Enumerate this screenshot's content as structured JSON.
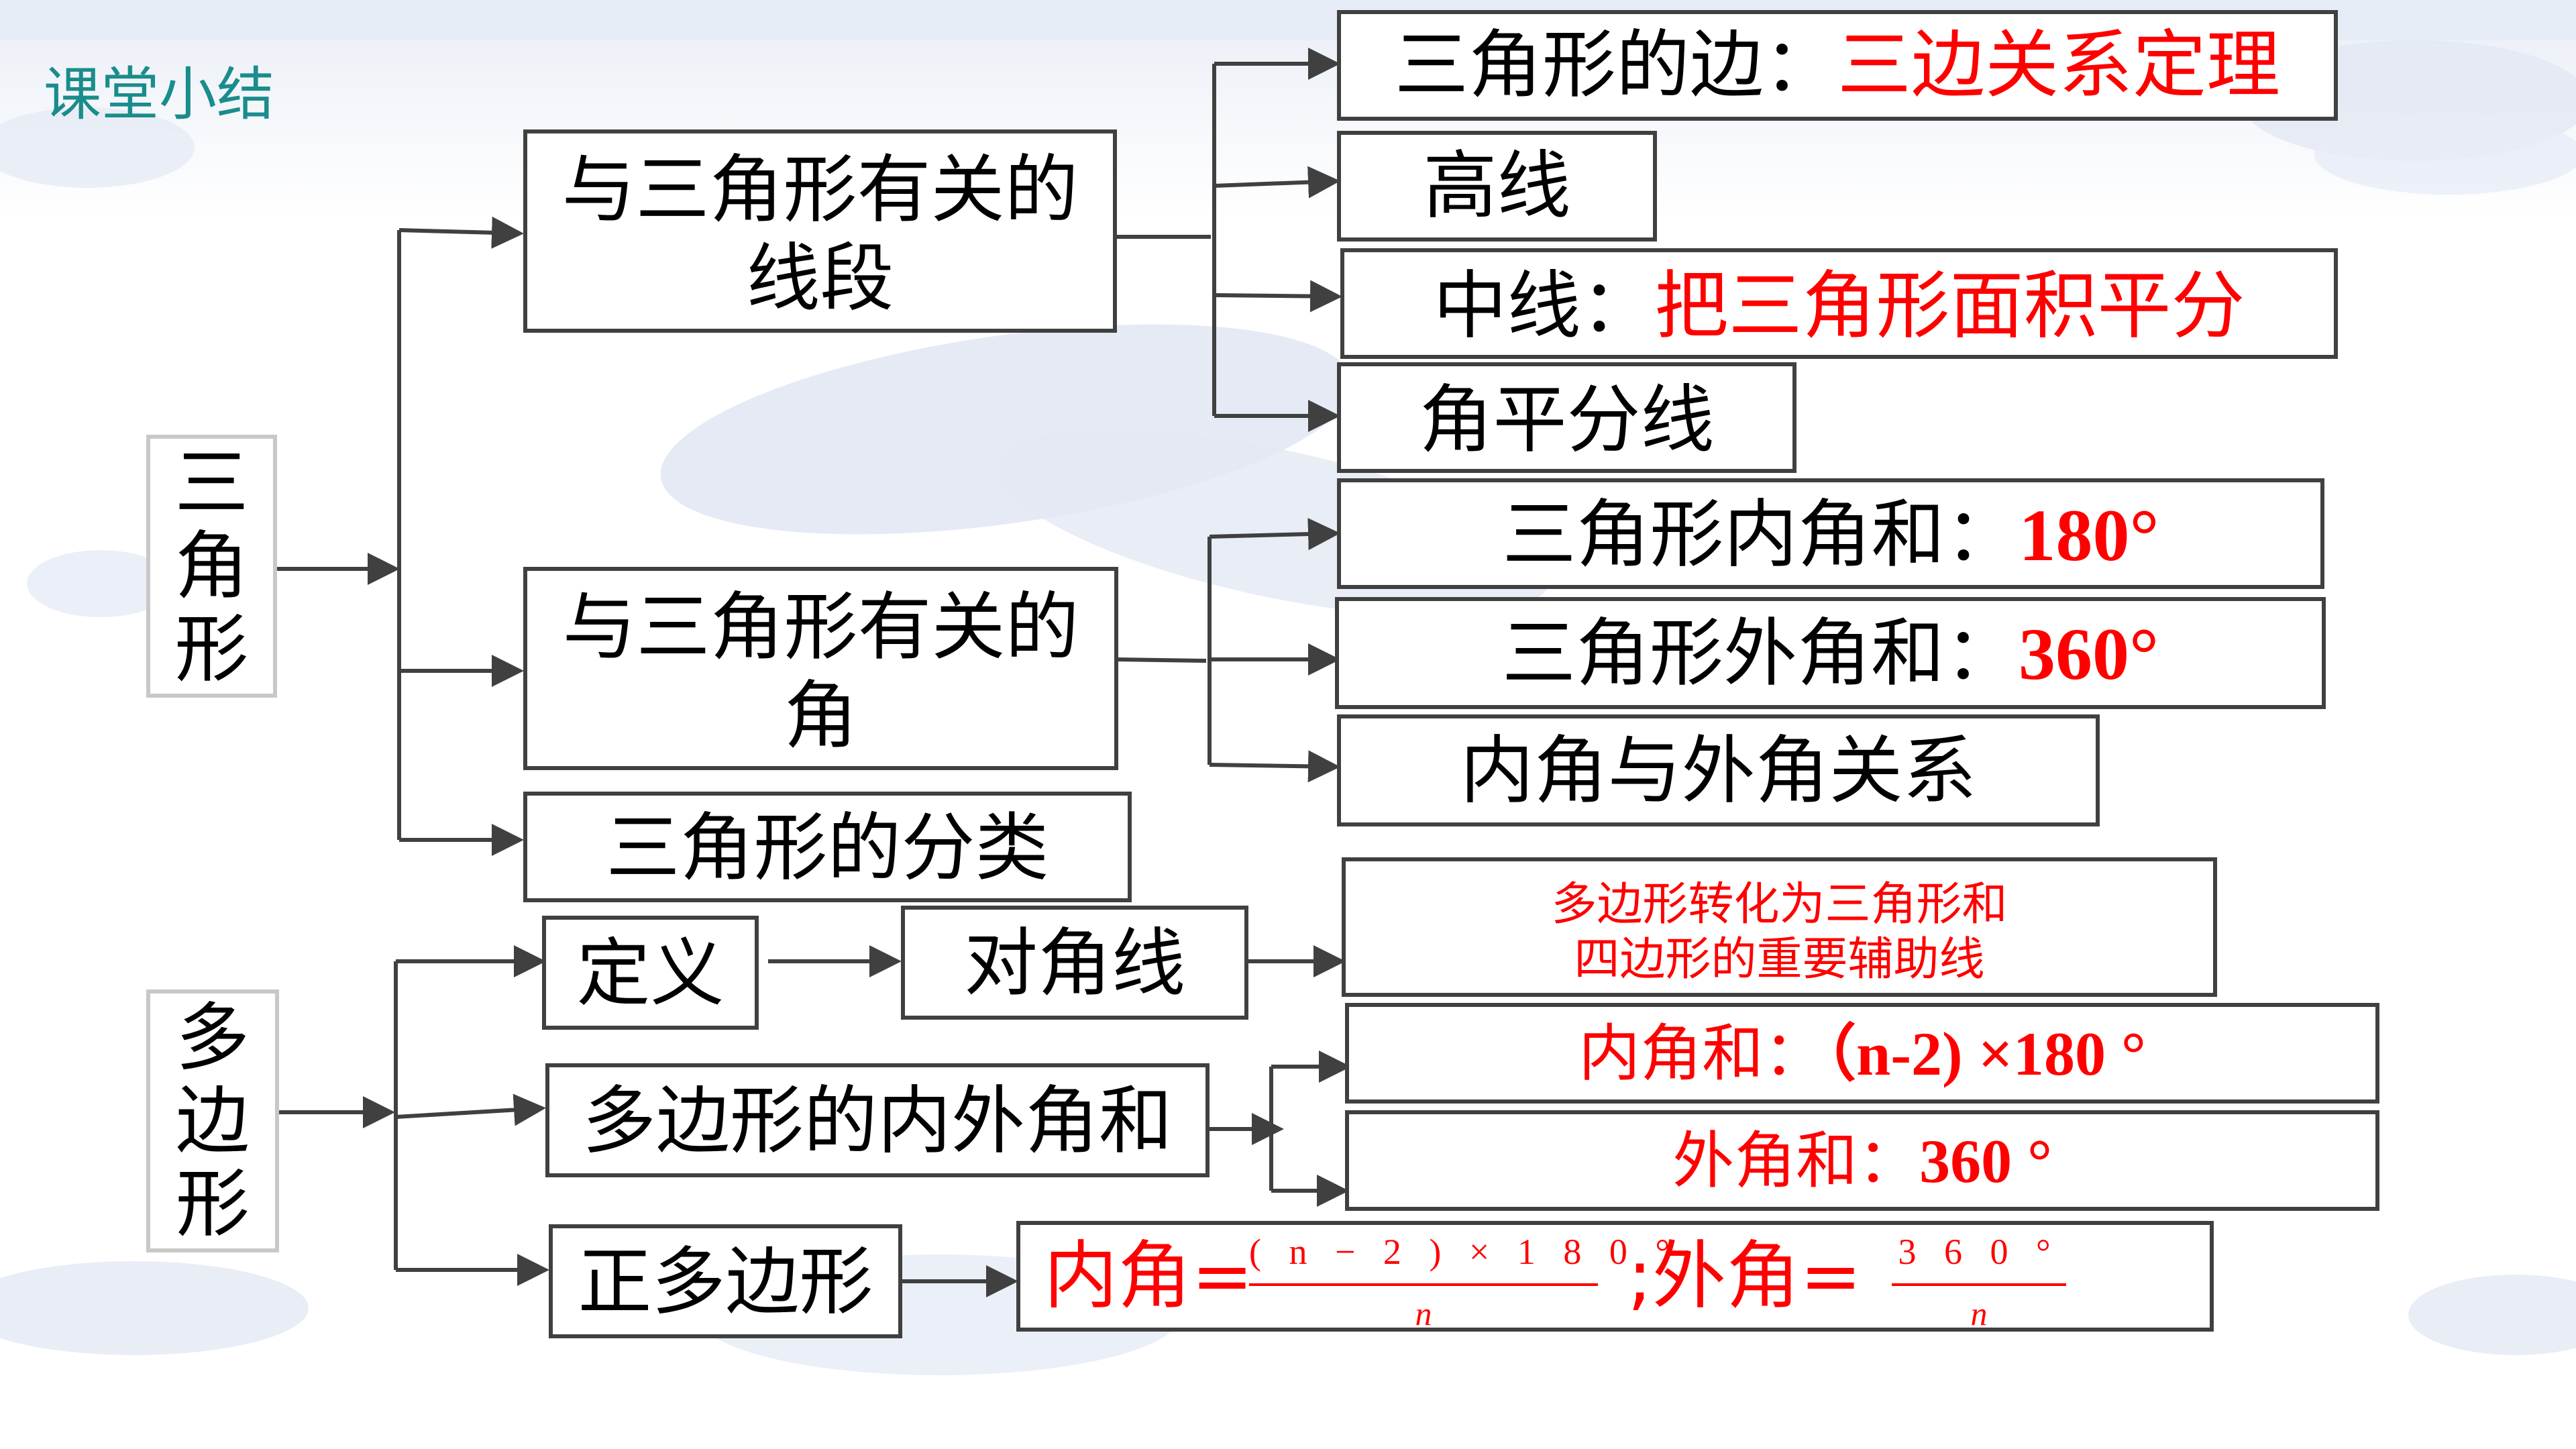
{
  "title": "课堂小结",
  "triangle": {
    "root_chars": [
      "三",
      "角",
      "形"
    ],
    "segments_line1": "与三角形有关的",
    "segments_line2": "线段",
    "angles_line1": "与三角形有关的",
    "angles_line2": "角",
    "classification": "三角形的分类",
    "side_label": "三角形的边：",
    "side_value": "三边关系定理",
    "altitude": "高线",
    "median_label": "中线：",
    "median_value": "把三角形面积平分",
    "bisector": "角平分线",
    "interior_label": "三角形内角和：",
    "interior_value": "180°",
    "exterior_label": "三角形外角和：",
    "exterior_value": "360°",
    "relation": "内角与外角关系"
  },
  "polygon": {
    "root_chars": [
      "多",
      "边",
      "形"
    ],
    "definition": "定义",
    "diagonal": "对角线",
    "diagonal_note_line1": "多边形转化为三角形和",
    "diagonal_note_line2": "四边形的重要辅助线",
    "angle_sum": "多边形的内外角和",
    "interior_sum_label": "内角和：",
    "interior_sum_value": "（n-2) ×180 °",
    "exterior_sum_label": "外角和：",
    "exterior_sum_value": "360 °",
    "regular": "正多边形",
    "regular_interior_label": "内角=",
    "regular_interior_numerator": "( n − 2 ) × 1 8 0 °",
    "regular_interior_denominator": "n",
    "regular_exterior_label": ";外角=",
    "regular_exterior_numerator": "3 6 0 °",
    "regular_exterior_denominator": "n"
  },
  "colors": {
    "accent_red": "#ff0000",
    "title_teal": "#1a8c8c",
    "border": "#404040"
  }
}
